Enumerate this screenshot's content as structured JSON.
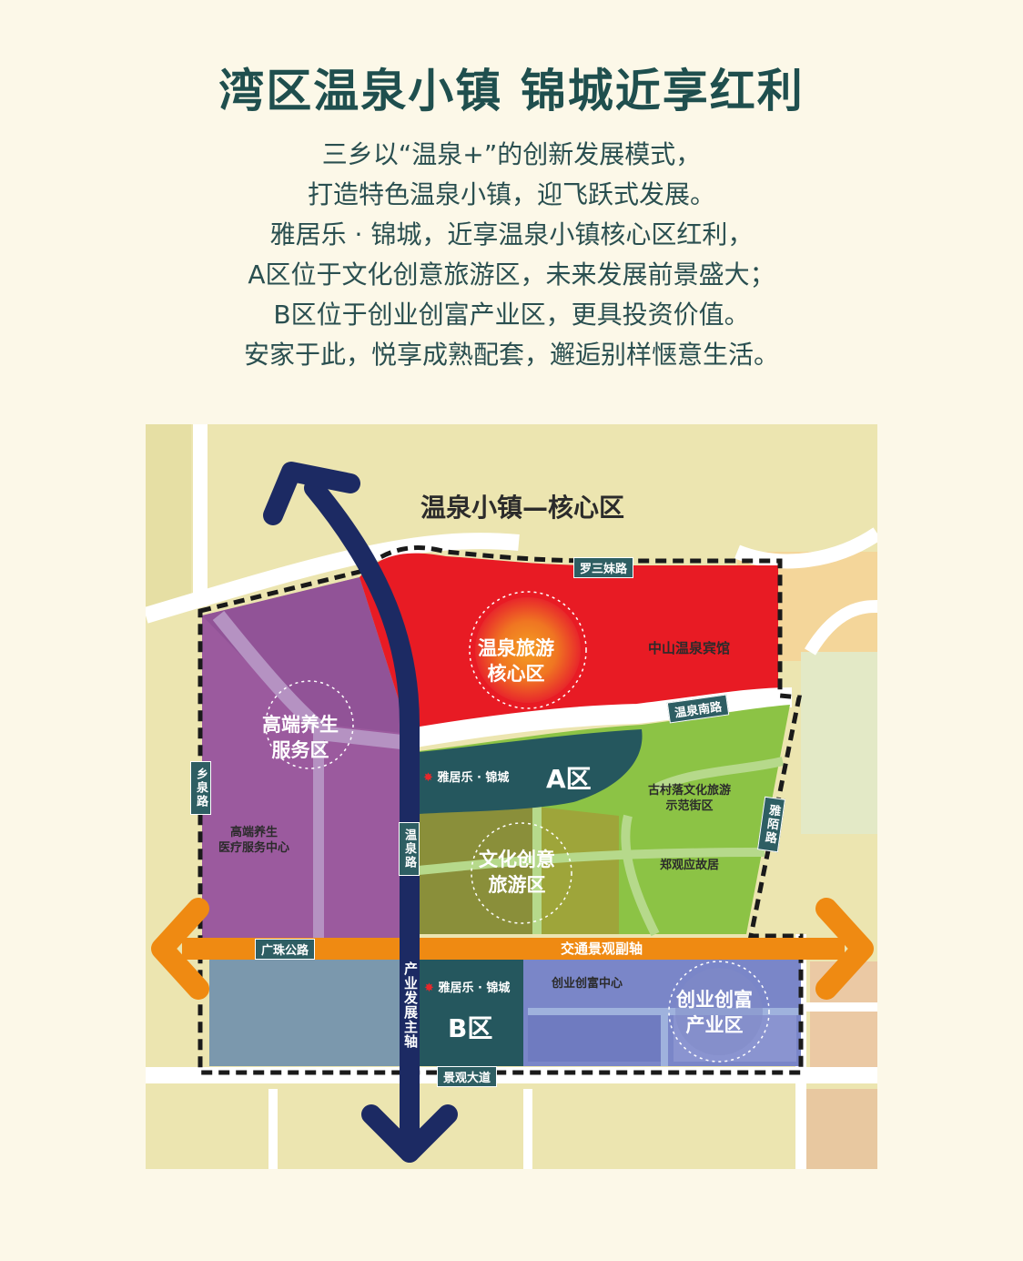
{
  "header": {
    "title": "湾区温泉小镇 锦城近享红利",
    "intro_lines": [
      "三乡以“温泉+”的创新发展模式，",
      "打造特色温泉小镇，迎飞跃式发展。",
      "雅居乐 · 锦城，近享温泉小镇核心区红利，",
      "A区位于文化创意旅游区，未来发展前景盛大；",
      "B区位于创业创富产业区，更具投资价值。",
      "安家于此，悦享成熟配套，邂逅别样惬意生活。"
    ]
  },
  "map": {
    "area_title": "温泉小镇—核心区",
    "zones": {
      "hotspring_core": [
        "温泉旅游",
        "核心区"
      ],
      "health_service": [
        "高端养生",
        "服务区"
      ],
      "culture_tourism": [
        "文化创意",
        "旅游区"
      ],
      "business": [
        "创业创富",
        "产业区"
      ]
    },
    "plots": {
      "a_project": "雅居乐 · 锦城",
      "a_label": "A区",
      "b_project": "雅居乐 · 锦城",
      "b_label": "B区",
      "marker": "✸"
    },
    "landmarks": {
      "zhongshan_hotel": "中山温泉宾馆",
      "village_street": [
        "古村落文化旅游",
        "示范街区"
      ],
      "zheng_residence": "郑观应故居",
      "medical_center": [
        "高端养生",
        "医疗服务中心"
      ],
      "business_center": "创业创富中心"
    },
    "roads": {
      "luosanmei": "罗三妹路",
      "wenquan_south": "温泉南路",
      "xiangquan": "乡泉路",
      "wenquan": "温泉路",
      "yamo": "雅陌路",
      "guangzhu": "广珠公路",
      "jingguan": "景观大道"
    },
    "axes": {
      "secondary": "交通景观副轴",
      "main": "产业发展主轴"
    },
    "colors": {
      "core_red": "#e81b24",
      "health_purple": "#9b5a9e",
      "culture_green": "#8cc345",
      "a_plot_teal": "#25575e",
      "business_blue": "#7a86c8",
      "axis_orange": "#ef8a12",
      "axis_navy": "#1c2a63"
    }
  }
}
